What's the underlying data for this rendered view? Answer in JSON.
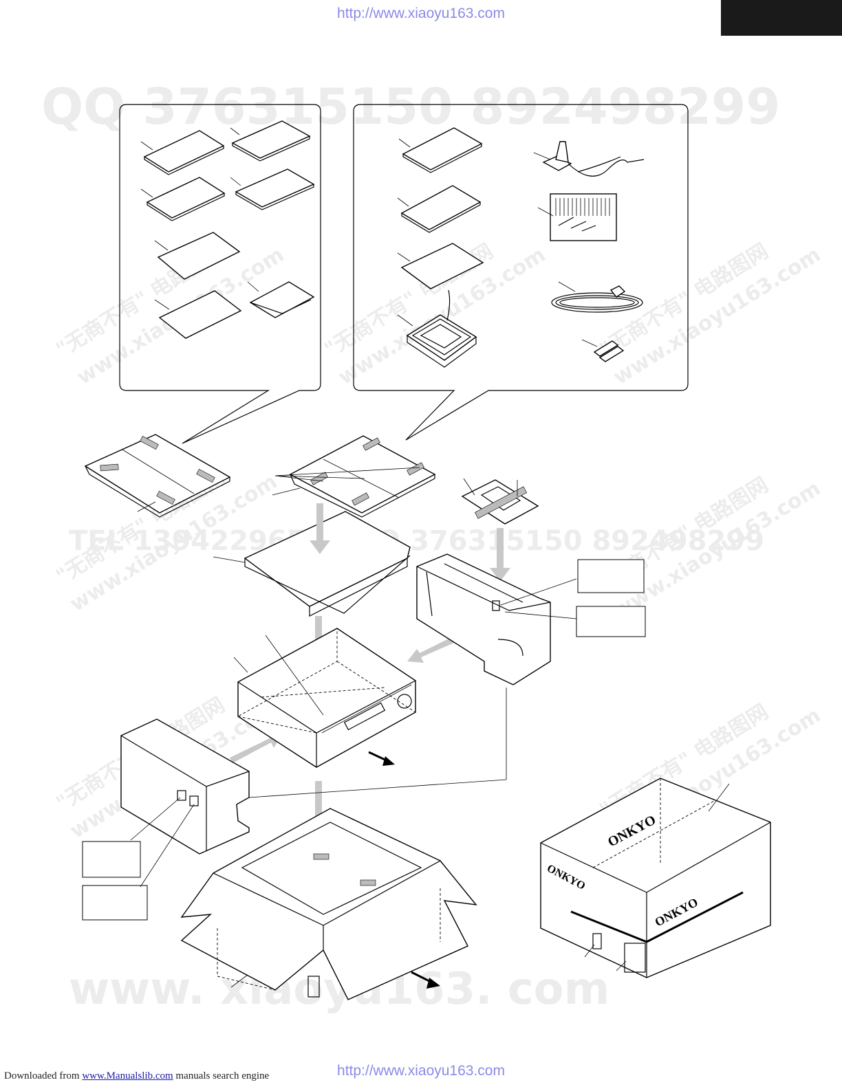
{
  "watermark": {
    "url_top": "http://www.xiaoyu163.com",
    "url_bottom": "http://www.xiaoyu163.com",
    "qq_line": "QQ 376315150    892498299",
    "tel_line": "TEL 13942296513   QQ 376315150  892498299",
    "www_line": "www. xiaoyu163. com",
    "diag_cn": "\"无商不有\" 电路图网",
    "diag_url": "www.xiaoyu163.com"
  },
  "footer": {
    "prefix": "Downloaded from",
    "link_text": "www.Manualslib.com",
    "suffix": "manuals search engine"
  },
  "carton": {
    "brand_top": "ONKYO",
    "brand_left": "ONKYO",
    "brand_front": "ONKYO"
  }
}
